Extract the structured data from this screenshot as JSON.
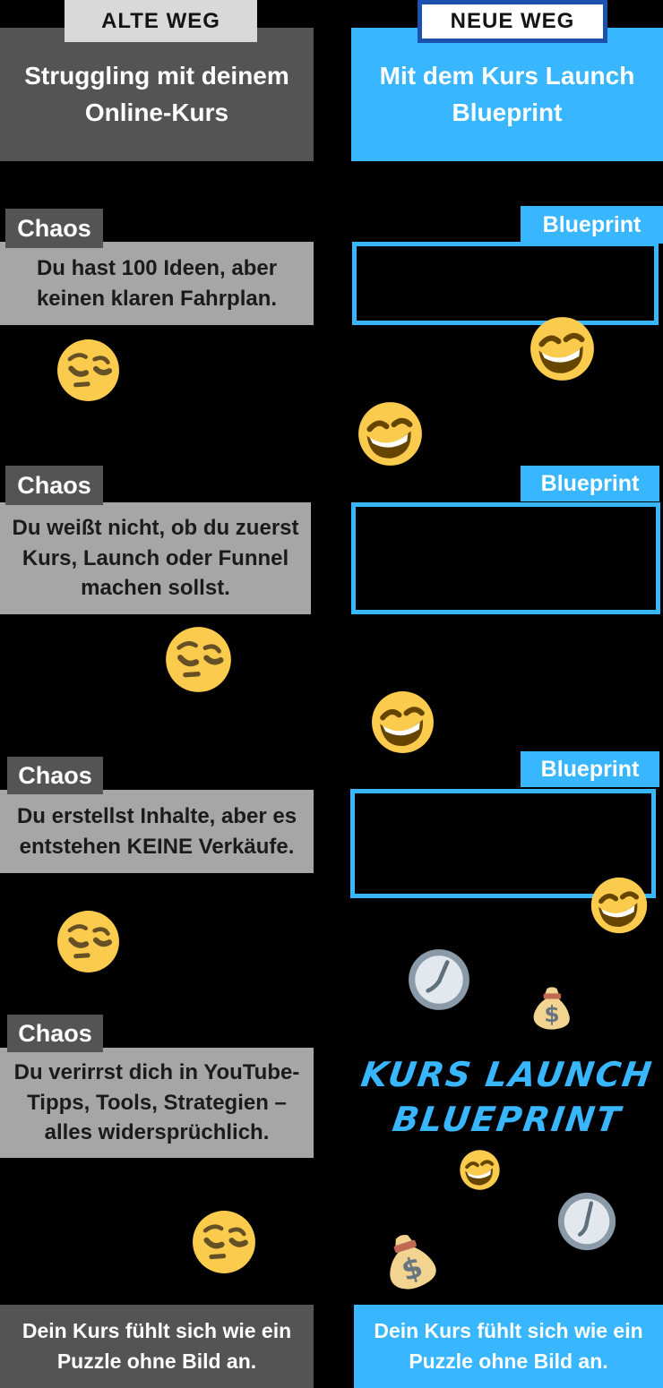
{
  "colors": {
    "background": "#000000",
    "old_way_dark_gray": "#545454",
    "old_way_content_gray": "#A6A6A6",
    "old_way_badge_gray": "#D9D9D9",
    "new_way_blue": "#38B6FF",
    "new_way_badge_border_blue": "#1C51AE",
    "emoji_yellow": "#FBCB4D",
    "text_white": "#FFFFFF",
    "text_black": "#1B1B1B"
  },
  "old_way": {
    "badge": "ALTE WEG",
    "title": "Struggling mit deinem Online-Kurs",
    "items": [
      {
        "label": "Chaos",
        "text": "Du hast 100 Ideen, aber keinen klaren Fahrplan.",
        "emoji": "pensive-face"
      },
      {
        "label": "Chaos",
        "text": "Du weißt nicht, ob du zuerst Kurs, Launch oder Funnel machen sollst.",
        "emoji": "pensive-face"
      },
      {
        "label": "Chaos",
        "text": "Du erstellst Inhalte, aber es entstehen KEINE Verkäufe.",
        "emoji": "pensive-face"
      },
      {
        "label": "Chaos",
        "text": "Du verirrst dich in YouTube-Tipps, Tools, Strategien – alles widersprüchlich.",
        "emoji": "pensive-face"
      }
    ],
    "footer": "Dein Kurs fühlt sich wie ein Puzzle ohne Bild an."
  },
  "new_way": {
    "badge": "NEUE WEG",
    "title": "Mit dem Kurs Launch Blueprint",
    "items": [
      {
        "label": "Blueprint",
        "text": "",
        "emoji": "laughing-face"
      },
      {
        "label": "Blueprint",
        "text": "",
        "emoji": "laughing-face"
      },
      {
        "label": "Blueprint",
        "text": "",
        "emoji": "laughing-face"
      }
    ],
    "brand_line1": "KURS LAUNCH",
    "brand_line2": "BLUEPRINT",
    "footer": "Dein Kurs fühlt sich wie ein Puzzle ohne Bild an.",
    "decorative_emojis": [
      "laughing-face",
      "clock",
      "money-bag"
    ]
  }
}
